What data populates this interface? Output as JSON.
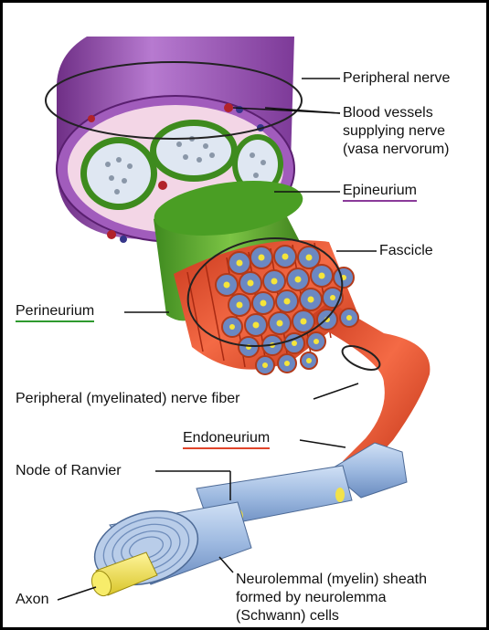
{
  "diagram": {
    "labels": {
      "peripheral_nerve": "Peripheral nerve",
      "blood_vessels_1": "Blood vessels",
      "blood_vessels_2": "supplying nerve",
      "blood_vessels_3": "(vasa nervorum)",
      "epineurium": "Epineurium",
      "fascicle": "Fascicle",
      "perineurium": "Perineurium",
      "nerve_fiber": "Peripheral (myelinated) nerve fiber",
      "endoneurium": "Endoneurium",
      "node_of_ranvier": "Node of Ranvier",
      "axon": "Axon",
      "sheath_1": "Neurolemmal (myelin) sheath",
      "sheath_2": "formed by neurolemma",
      "sheath_3": "(Schwann) cells"
    },
    "colors": {
      "epineurium": "#9b59b6",
      "perineurium": "#5aa02c",
      "fascicle": "#e8542c",
      "myelin": "#a9c4e6",
      "axon": "#f2e24a",
      "border": "#000000"
    }
  }
}
